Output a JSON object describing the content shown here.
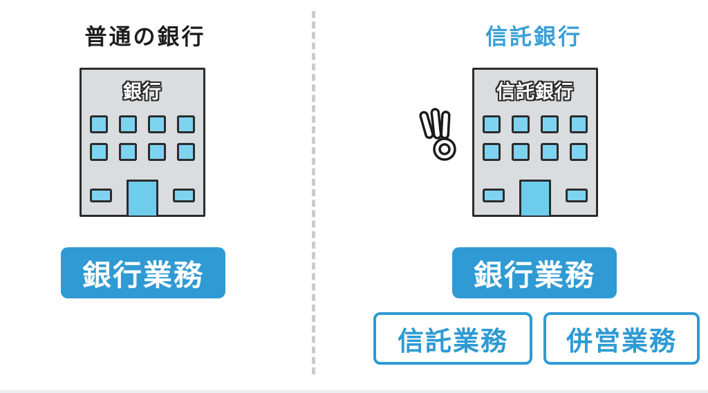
{
  "left": {
    "title": "普通の銀行",
    "building_sign": "銀行",
    "primary_label": "銀行業務"
  },
  "right": {
    "title": "信託銀行",
    "building_sign": "信託銀行",
    "primary_label": "銀行業務",
    "secondary_label": "信託業務",
    "tertiary_label": "併営業務"
  },
  "icons": {
    "ok_hand": "ok-hand-icon"
  },
  "colors": {
    "accent_blue": "#2f9ad3",
    "title_blue": "#3a9fd6",
    "window_blue": "#7ed3f0",
    "door_blue": "#6fcdec",
    "building_gray": "#d9dde0",
    "outline_dark": "#2b2b2b",
    "divider_gray": "#c8cccf"
  }
}
